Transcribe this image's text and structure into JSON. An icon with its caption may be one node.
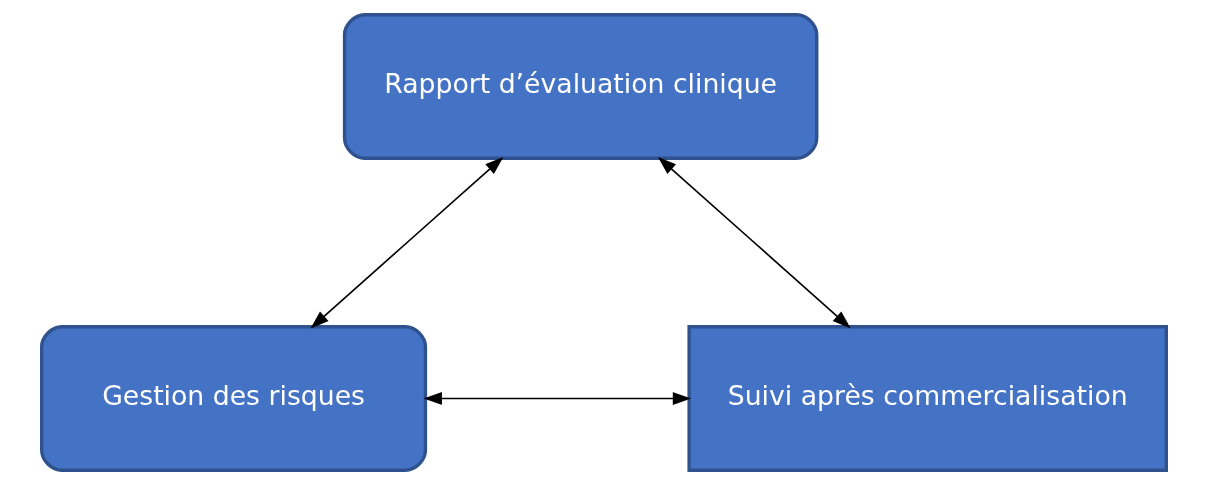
{
  "diagram": {
    "nodes": [
      {
        "text": [
          "Rapport d’évaluation clinique"
        ]
      },
      {
        "text": [
          "Gestion des risques"
        ]
      },
      {
        "text": [
          "Suivi après commercialisation"
        ]
      }
    ],
    "edges": [
      {
        "from": 1,
        "to": 0,
        "arrow": "both"
      },
      {
        "from": 0,
        "to": 2,
        "arrow": "both"
      },
      {
        "from": 1,
        "to": 2,
        "arrow": "both"
      }
    ]
  }
}
